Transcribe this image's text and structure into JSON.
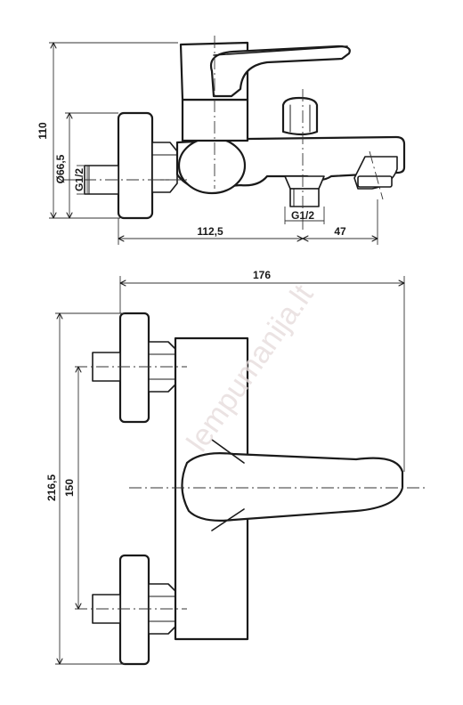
{
  "watermark": "lempumanija.lt",
  "side_view": {
    "dimensions": {
      "height": "110",
      "body_diameter": "Ø66,5",
      "wall_thread": "G1/2",
      "outlet_thread": "G1/2",
      "wall_to_outlet": "112,5",
      "outlet_to_spout": "47"
    }
  },
  "top_view": {
    "dimensions": {
      "total_width": "176",
      "total_height": "216,5",
      "inlet_spacing": "150"
    }
  },
  "colors": {
    "line": "#1a1a1a",
    "watermark": "#e6dcdc"
  }
}
